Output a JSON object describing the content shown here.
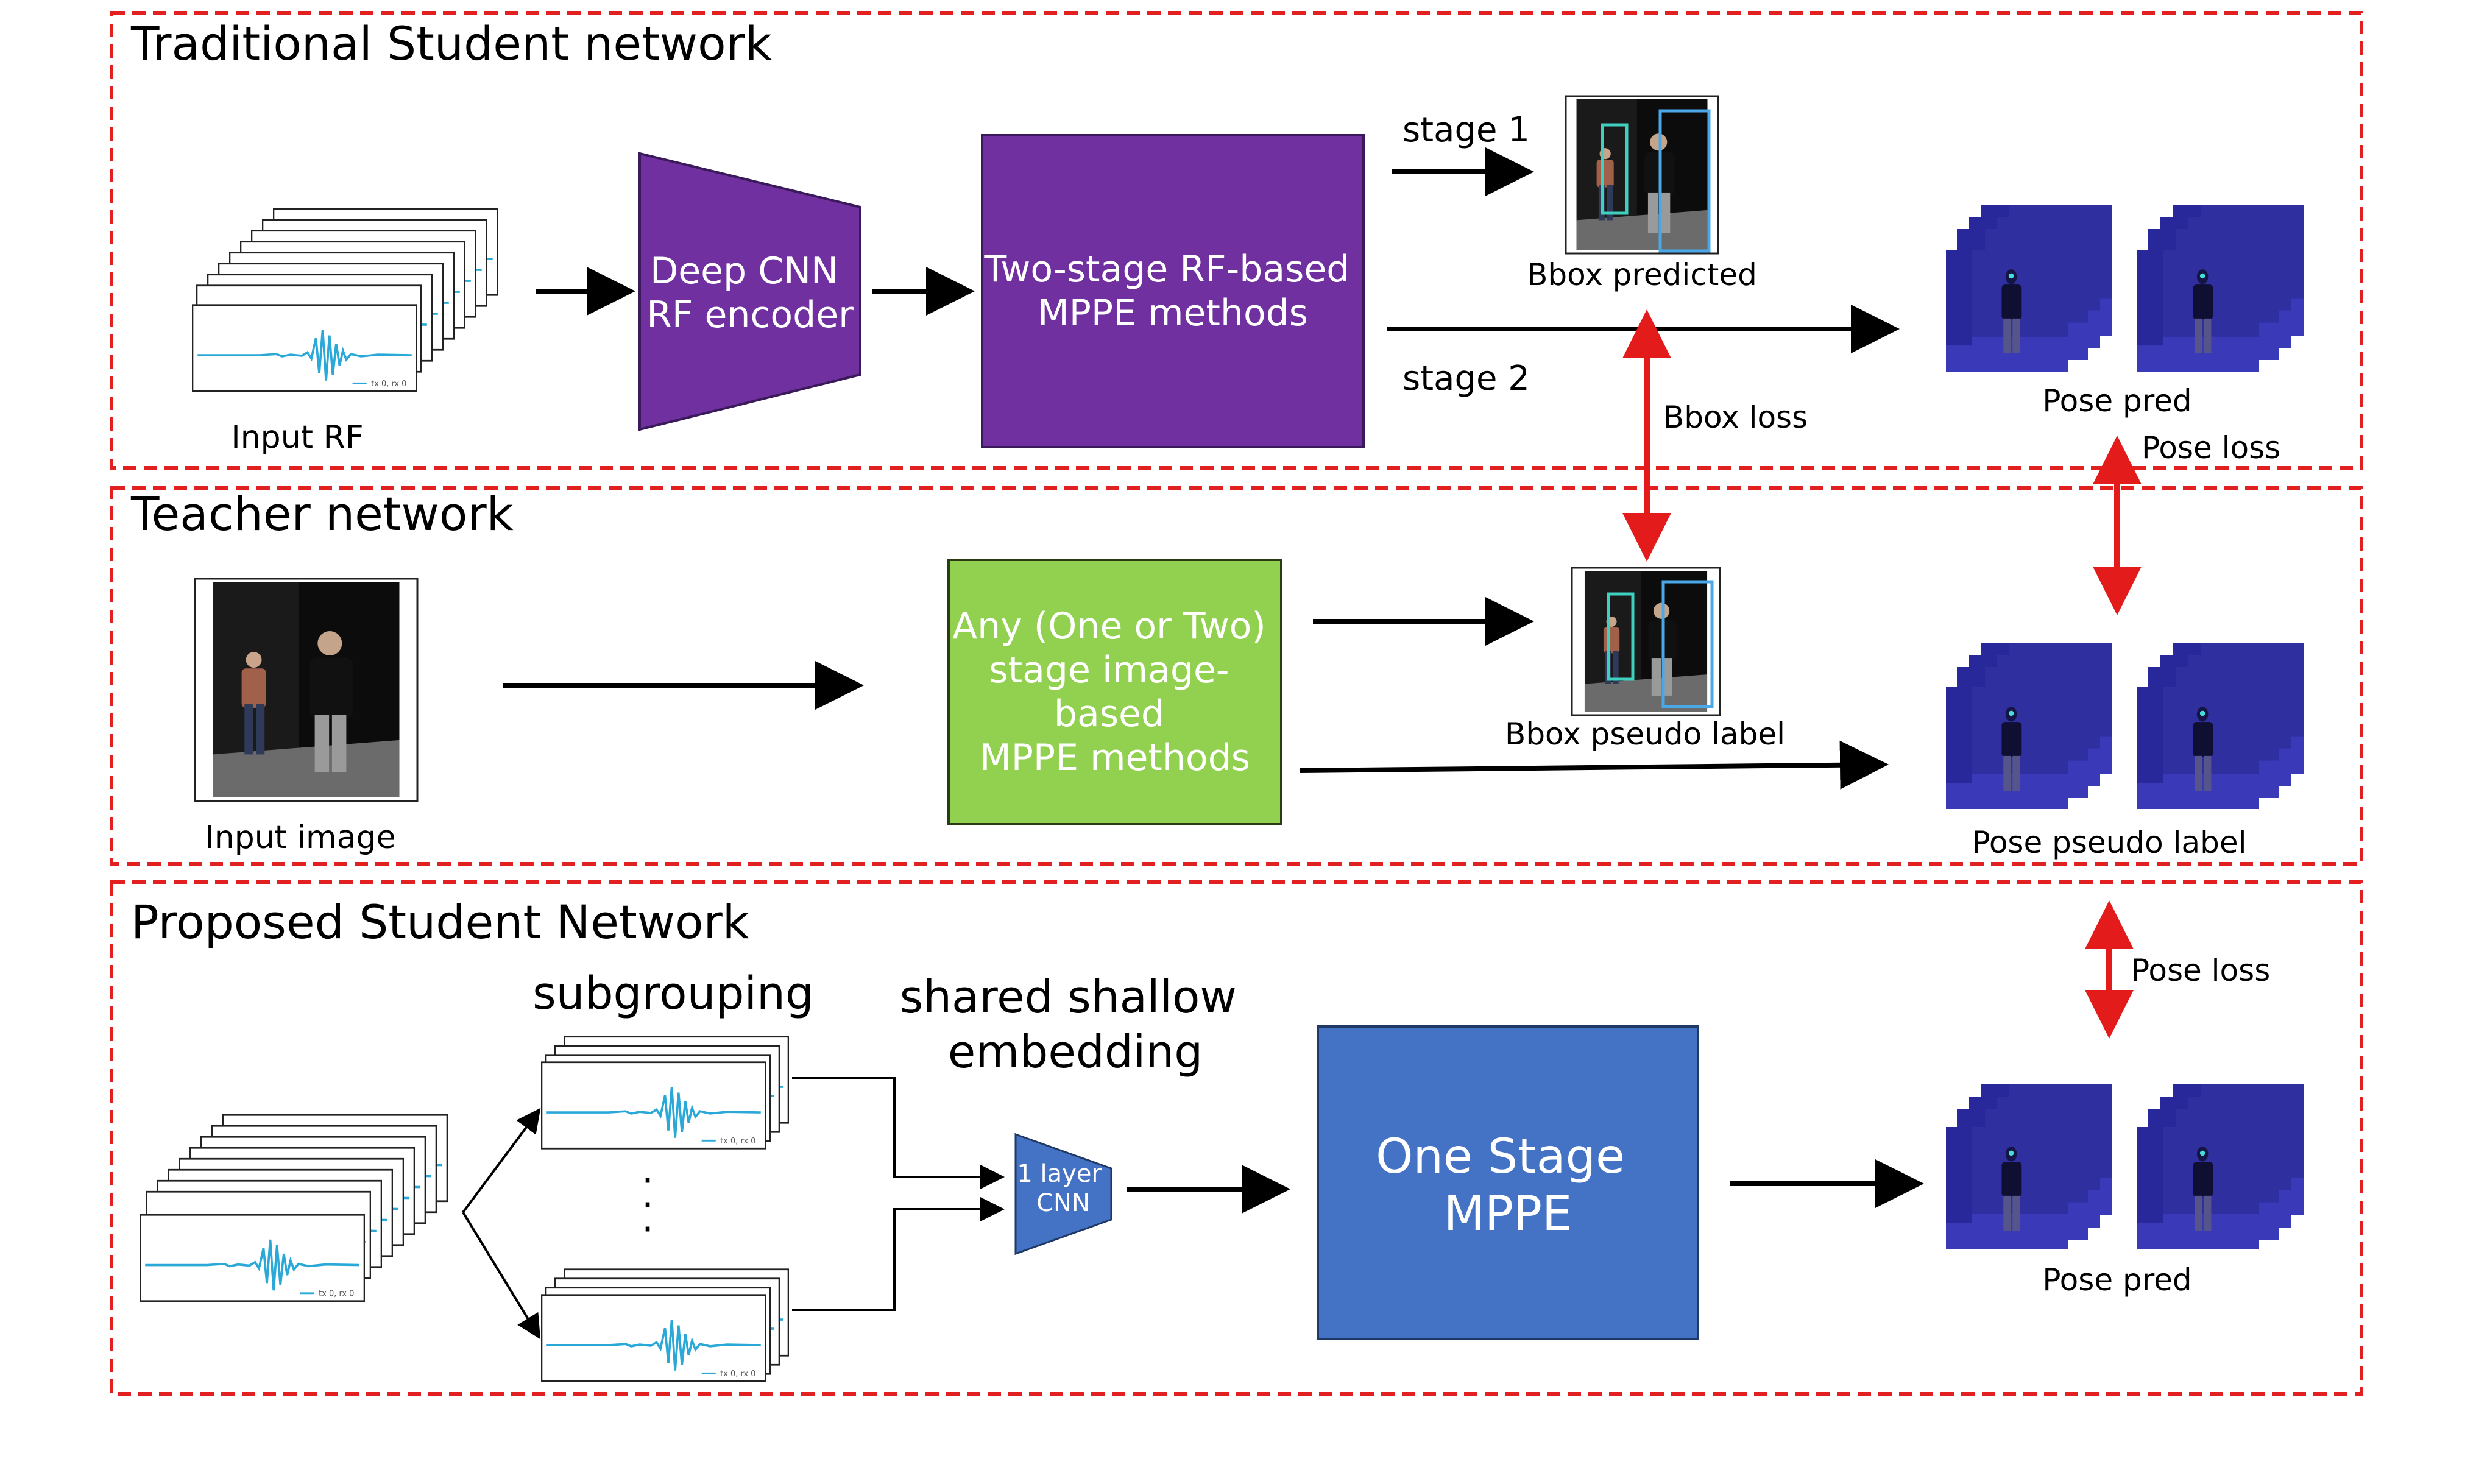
{
  "sections": {
    "traditional": {
      "title": "Traditional Student network"
    },
    "teacher": {
      "title": "Teacher network"
    },
    "proposed": {
      "title": "Proposed Student Network"
    }
  },
  "traditional": {
    "input_label": "Input RF",
    "encoder": [
      "Deep CNN",
      "RF encoder"
    ],
    "two_stage": [
      "Two-stage RF-based",
      "MPPE methods"
    ],
    "stage1": "stage 1",
    "stage2": "stage 2",
    "bbox_label": "Bbox predicted",
    "pose_label": "Pose pred",
    "bbox_loss": "Bbox loss",
    "pose_loss": "Pose loss"
  },
  "teacher": {
    "input_label": "Input image",
    "method": [
      "Any (One or Two)",
      "stage image-",
      "based",
      "MPPE methods"
    ],
    "bbox_label": "Bbox pseudo label",
    "pose_label": "Pose pseudo label"
  },
  "proposed": {
    "subgrouping": "subgrouping",
    "shared": [
      "shared shallow",
      "embedding"
    ],
    "cnn": [
      "1 layer",
      "CNN"
    ],
    "mppe": [
      "One Stage",
      "MPPE"
    ],
    "pose_label": "Pose pred",
    "pose_loss": "Pose loss",
    "ellipsis": "·"
  },
  "colors": {
    "section_border": "#e32020",
    "loss_arrow": "#e31b1b",
    "encoder_fill": "#7030a0",
    "teacher_fill": "#92d050",
    "mppe_fill": "#4472c4",
    "pose_fill": "#2f2fa0",
    "signal": "#2aa9d9"
  }
}
